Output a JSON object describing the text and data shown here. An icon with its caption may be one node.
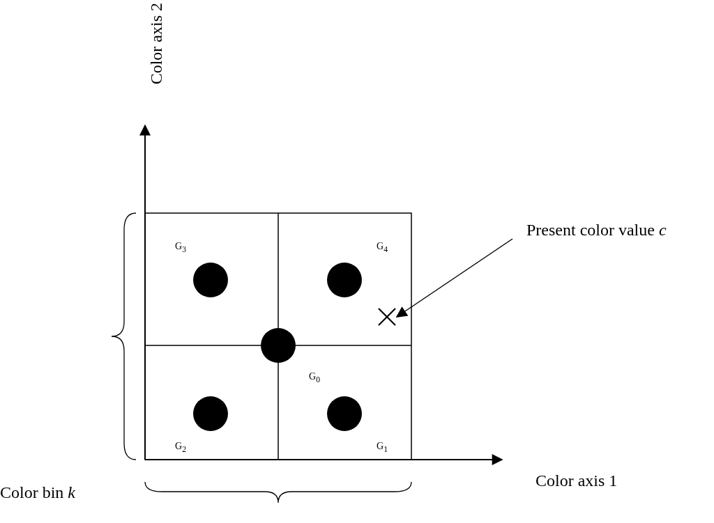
{
  "diagram": {
    "nodes": [
      {
        "text": [
          "Present color value *c*"
        ]
      },
      {
        "text": [],
        "shape": "cross"
      }
    ],
    "edges": [
      {
        "from": 0,
        "to": 1,
        "arrow": "to"
      }
    ],
    "labels": [
      "Color axis 2",
      "G$_{3}$",
      "G$_{4}$",
      "G$_{0}$",
      "G$_{2}$",
      "G$_{1}$",
      "Color axis 1",
      "Color bin *k*"
    ]
  }
}
